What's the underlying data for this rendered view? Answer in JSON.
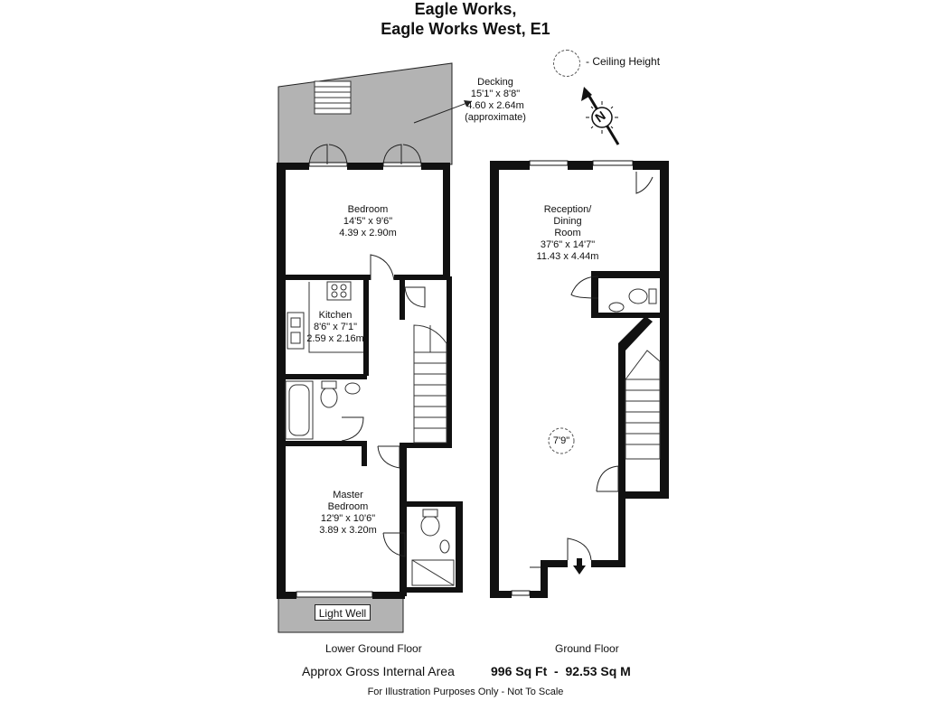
{
  "title_line1": "Eagle Works,",
  "title_line2": "Eagle Works West, E1",
  "legend_label": "- Ceiling Height",
  "north_label": "N",
  "rooms": {
    "decking": [
      "Decking",
      "15'1\" x 8'8\"",
      "4.60 x 2.64m",
      "(approximate)"
    ],
    "bedroom": [
      "Bedroom",
      "14'5\" x 9'6\"",
      "4.39 x 2.90m"
    ],
    "kitchen": [
      "Kitchen",
      "8'6\" x 7'1\"",
      "2.59 x 2.16m"
    ],
    "master": [
      "Master",
      "Bedroom",
      "12'9\" x 10'6\"",
      "3.89 x 3.20m"
    ],
    "reception": [
      "Reception/",
      "Dining",
      "Room",
      "37'6\" x 14'7\"",
      "11.43 x 4.44m"
    ]
  },
  "ceiling_height": "7'9\"",
  "light_well": "Light Well",
  "floor_labels": {
    "lower": "Lower Ground Floor",
    "ground": "Ground Floor"
  },
  "area": {
    "label": "Approx Gross Internal Area",
    "value": "996 Sq Ft  -  92.53 Sq M"
  },
  "disclaimer": "For Illustration Purposes Only - Not To Scale",
  "colors": {
    "wall": "#111111",
    "deck": "#b3b3b3",
    "background": "#ffffff"
  }
}
